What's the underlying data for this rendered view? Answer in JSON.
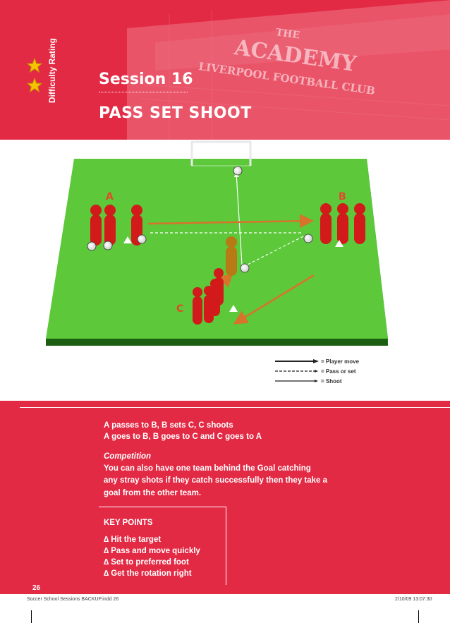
{
  "header": {
    "difficulty_label": "Difficulty Rating",
    "stars": 2,
    "star_color": "#f5c400",
    "bg_color": "#e32a45",
    "photo_text_1": "THE",
    "photo_text_2": "ACADEMY",
    "photo_text_3": "LIVERPOOL FOOTBALL CLUB",
    "session": "Session 16",
    "title": "PASS SET SHOOT"
  },
  "diagram": {
    "group_a": "A",
    "group_b": "B",
    "group_c": "C",
    "pitch_color": "#5cc83a",
    "player_color": "#d21a1a",
    "setter_color": "#b77a14",
    "arrow_color": "#d8742a"
  },
  "legend": [
    {
      "label": "= Player move",
      "style": "arrow"
    },
    {
      "label": "= Pass or set",
      "style": "dashed"
    },
    {
      "label": "= Shoot",
      "style": "solid"
    }
  ],
  "body": {
    "line1": "A passes to B, B sets C, C shoots",
    "line2": "A goes to B, B goes to C and C goes to A",
    "competition_heading": "Competition",
    "competition_1": "You can also have one team behind the Goal catching",
    "competition_2": "any stray shots if they catch successfully then they take a",
    "competition_3": "goal from the other team."
  },
  "key_points": {
    "heading": "KEY POINTS",
    "bullet": "∆",
    "items": [
      "Hit the target",
      "Pass and move quickly",
      "Set to preferred foot",
      "Get the rotation right"
    ]
  },
  "page_number": "26",
  "slug_left": "Soccer School Sessions BACKUP.indd   26",
  "slug_right": "2/10/09   13:07:30"
}
